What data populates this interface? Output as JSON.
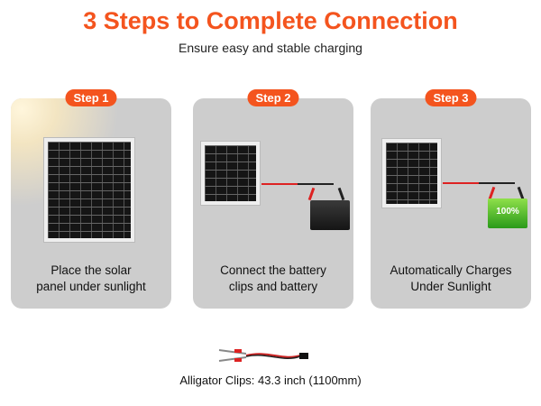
{
  "header": {
    "title": "3 Steps to Complete Connection",
    "subtitle": "Ensure easy and stable charging"
  },
  "steps": [
    {
      "badge": "Step 1",
      "caption_line1": "Place the solar",
      "caption_line2": "panel under sunlight"
    },
    {
      "badge": "Step 2",
      "caption_line1": "Connect the battery",
      "caption_line2": "clips and battery"
    },
    {
      "badge": "Step 3",
      "caption_line1": "Automatically Charges",
      "caption_line2": "Under Sunlight",
      "battery_label": "100%"
    }
  ],
  "footer": {
    "text": "Alligator Clips: 43.3 inch (1100mm)"
  },
  "colors": {
    "accent": "#f4541e",
    "card": "#cdcdcd"
  }
}
